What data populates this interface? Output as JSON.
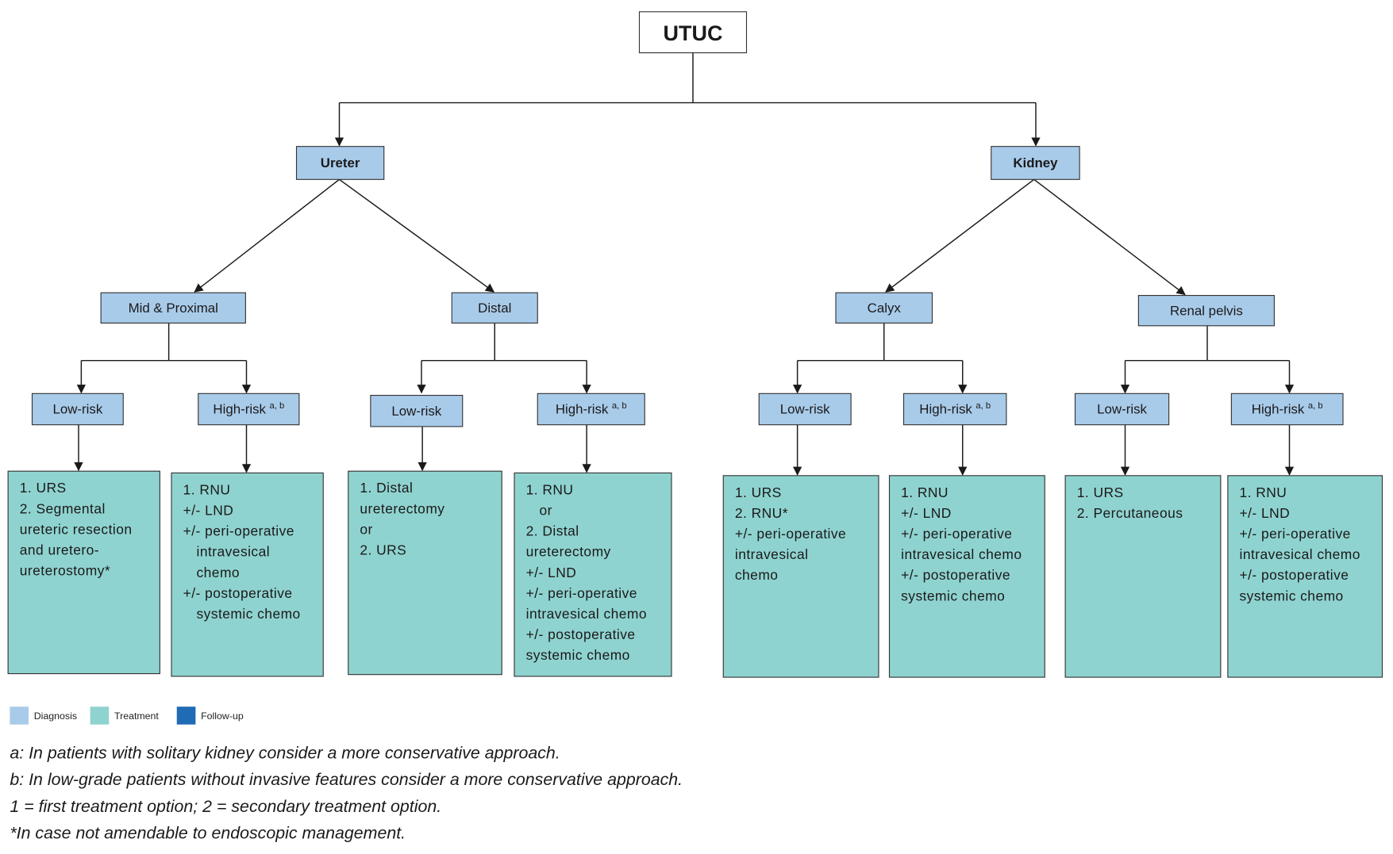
{
  "colors": {
    "diagnosis": "#a9cbea",
    "treatment": "#8fd3d0",
    "follow_up": "#1f6bb5",
    "root": "#ffffff",
    "line": "#1a1a1a"
  },
  "root": {
    "label": "UTUC"
  },
  "sites": [
    {
      "label": "Ureter"
    },
    {
      "label": "Kidney"
    }
  ],
  "locations": [
    {
      "label": "Mid & Proximal"
    },
    {
      "label": "Distal"
    },
    {
      "label": "Calyx"
    },
    {
      "label": "Renal pelvis"
    }
  ],
  "risks": [
    {
      "label": "Low-risk",
      "sup": ""
    },
    {
      "label": "High-risk",
      "sup": "a, b"
    },
    {
      "label": "Low-risk",
      "sup": ""
    },
    {
      "label": "High-risk",
      "sup": "a, b"
    },
    {
      "label": "Low-risk",
      "sup": ""
    },
    {
      "label": "High-risk",
      "sup": "a, b"
    },
    {
      "label": "Low-risk",
      "sup": ""
    },
    {
      "label": "High-risk",
      "sup": "a, b"
    }
  ],
  "treatments": [
    {
      "lines": [
        {
          "text": "1. URS",
          "indent": false
        },
        {
          "text": "2. Segmental",
          "indent": false
        },
        {
          "text": "ureteric resection",
          "indent": false
        },
        {
          "text": "and uretero-",
          "indent": false
        },
        {
          "text": "ureterostomy*",
          "indent": false
        }
      ]
    },
    {
      "lines": [
        {
          "text": "1. RNU",
          "indent": false
        },
        {
          "text": "+/- LND",
          "indent": false
        },
        {
          "text": "+/- peri-operative",
          "indent": false
        },
        {
          "text": "intravesical",
          "indent": true
        },
        {
          "text": "chemo",
          "indent": true
        },
        {
          "text": "+/- postoperative",
          "indent": false
        },
        {
          "text": "systemic chemo",
          "indent": true
        }
      ]
    },
    {
      "lines": [
        {
          "text": "1. Distal",
          "indent": false
        },
        {
          "text": "ureterectomy",
          "indent": false
        },
        {
          "text": "or",
          "indent": false
        },
        {
          "text": "2. URS",
          "indent": false
        }
      ]
    },
    {
      "lines": [
        {
          "text": "1. RNU",
          "indent": false
        },
        {
          "text": "or",
          "indent": true
        },
        {
          "text": "2. Distal",
          "indent": false
        },
        {
          "text": "ureterectomy",
          "indent": false
        },
        {
          "text": "+/- LND",
          "indent": false
        },
        {
          "text": "+/- peri-operative",
          "indent": false
        },
        {
          "text": "intravesical chemo",
          "indent": false
        },
        {
          "text": "+/- postoperative",
          "indent": false
        },
        {
          "text": "systemic chemo",
          "indent": false
        }
      ]
    },
    {
      "lines": [
        {
          "text": "1. URS",
          "indent": false
        },
        {
          "text": "2. RNU*",
          "indent": false
        },
        {
          "text": "+/- peri-operative",
          "indent": false
        },
        {
          "text": "intravesical",
          "indent": false
        },
        {
          "text": "chemo",
          "indent": false
        }
      ]
    },
    {
      "lines": [
        {
          "text": "1. RNU",
          "indent": false
        },
        {
          "text": "+/- LND",
          "indent": false
        },
        {
          "text": "+/- peri-operative",
          "indent": false
        },
        {
          "text": "intravesical chemo",
          "indent": false
        },
        {
          "text": "+/- postoperative",
          "indent": false
        },
        {
          "text": "systemic chemo",
          "indent": false
        }
      ]
    },
    {
      "lines": [
        {
          "text": "1. URS",
          "indent": false
        },
        {
          "text": "2. Percutaneous",
          "indent": false
        }
      ]
    },
    {
      "lines": [
        {
          "text": "1. RNU",
          "indent": false
        },
        {
          "text": "+/- LND",
          "indent": false
        },
        {
          "text": "+/- peri-operative",
          "indent": false
        },
        {
          "text": "intravesical chemo",
          "indent": false
        },
        {
          "text": "+/- postoperative",
          "indent": false
        },
        {
          "text": "systemic chemo",
          "indent": false
        }
      ]
    }
  ],
  "legend": [
    {
      "label": "Diagnosis",
      "color": "#a9cbea"
    },
    {
      "label": "Treatment",
      "color": "#8fd3d0"
    },
    {
      "label": "Follow-up",
      "color": "#1f6bb5"
    }
  ],
  "footnotes": [
    "a: In patients with solitary kidney consider a more conservative approach.",
    "b: In low-grade patients without invasive features consider a more conservative approach.",
    "1 = first treatment option; 2 = secondary treatment option.",
    "*In case not amendable to endoscopic management."
  ]
}
